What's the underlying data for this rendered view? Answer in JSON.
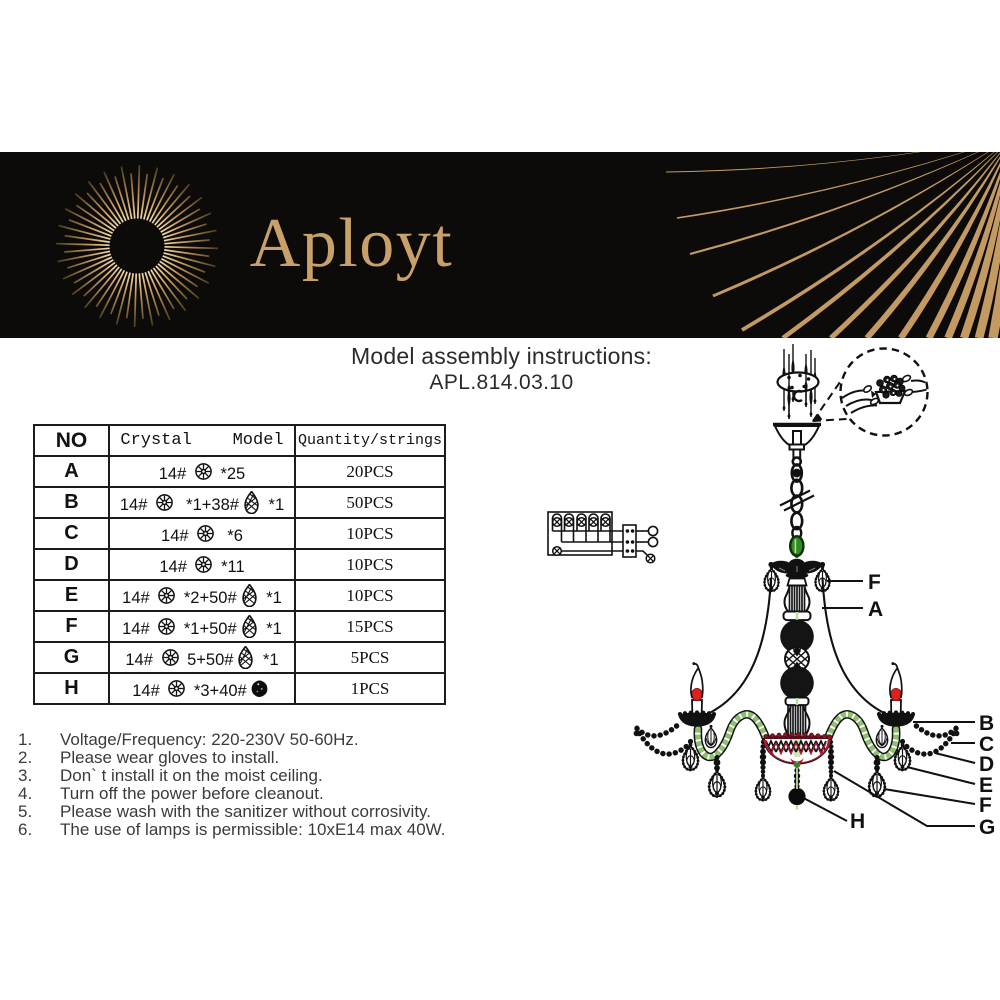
{
  "brand": {
    "name": "Aployt",
    "banner_bg": "#0d0b09",
    "gold": "#c9a06a",
    "logo": "sunburst-icon",
    "decoration": "ray-fan-icon"
  },
  "title": {
    "line1": "Model assembly instructions:",
    "line2": "APL.814.03.10"
  },
  "table": {
    "headers": {
      "no": "NO",
      "model": "Crystal    Model",
      "qty": "Quantity/strings"
    },
    "icon_legend": {
      "wheel": "octagon-crystal-icon",
      "drop": "teardrop-crystal-icon",
      "ball": "faceted-ball-icon"
    },
    "rows": [
      {
        "no": "A",
        "t1": "14# ",
        "icon1": "wheel",
        "t2": " *25",
        "icon2": "",
        "t3": "",
        "qty": "20PCS"
      },
      {
        "no": "B",
        "t1": "14# ",
        "icon1": "wheel",
        "t2": "  *1+38#",
        "icon2": "drop",
        "t3": " *1",
        "qty": "50PCS"
      },
      {
        "no": "C",
        "t1": "14# ",
        "icon1": "wheel",
        "t2": "  *6",
        "icon2": "",
        "t3": "",
        "qty": "10PCS"
      },
      {
        "no": "D",
        "t1": "14# ",
        "icon1": "wheel",
        "t2": " *11",
        "icon2": "",
        "t3": "",
        "qty": "10PCS"
      },
      {
        "no": "E",
        "t1": "14# ",
        "icon1": "wheel",
        "t2": " *2+50#",
        "icon2": "drop",
        "t3": " *1",
        "qty": "10PCS"
      },
      {
        "no": "F",
        "t1": "14# ",
        "icon1": "wheel",
        "t2": " *1+50#",
        "icon2": "drop",
        "t3": " *1",
        "qty": "15PCS"
      },
      {
        "no": "G",
        "t1": "14# ",
        "icon1": "wheel",
        "t2": " 5+50#",
        "icon2": "drop",
        "t3": " *1",
        "qty": "5PCS"
      },
      {
        "no": "H",
        "t1": "14# ",
        "icon1": "wheel",
        "t2": " *3+40#",
        "icon2": "ball",
        "t3": "",
        "qty": "1PCS"
      }
    ]
  },
  "instructions": {
    "items": [
      {
        "num": "1.",
        "text": "Voltage/Frequency: 220-230V 50-60Hz."
      },
      {
        "num": "2.",
        "text": "Please wear gloves to install."
      },
      {
        "num": "3.",
        "text": "Don` t install it on the moist ceiling."
      },
      {
        "num": "4.",
        "text": "Turn off the power before cleanout."
      },
      {
        "num": "5.",
        "text": "Please wash with the sanitizer without corrosivity."
      },
      {
        "num": "6.",
        "text": "The use of lamps is permissible: 10xE14 max 40W."
      }
    ]
  },
  "diagram": {
    "description": "chandelier assembly drawing with wiring schematic and part callouts",
    "labels": [
      {
        "part": "F",
        "text": "F"
      },
      {
        "part": "A",
        "text": "A"
      },
      {
        "part": "B",
        "text": "B"
      },
      {
        "part": "C",
        "text": "C"
      },
      {
        "part": "D",
        "text": "D"
      },
      {
        "part": "E",
        "text": "E"
      },
      {
        "part": "F",
        "text": "F"
      },
      {
        "part": "G",
        "text": "G"
      },
      {
        "part": "H",
        "text": "H"
      }
    ],
    "colors": {
      "outline": "#111111",
      "rope_green": "#8fbf70",
      "cable_green": "#2f8c1f",
      "bowl_red": "#a81c33",
      "bulb_red": "#e02020",
      "axis_green": "#b8dc9c"
    }
  }
}
